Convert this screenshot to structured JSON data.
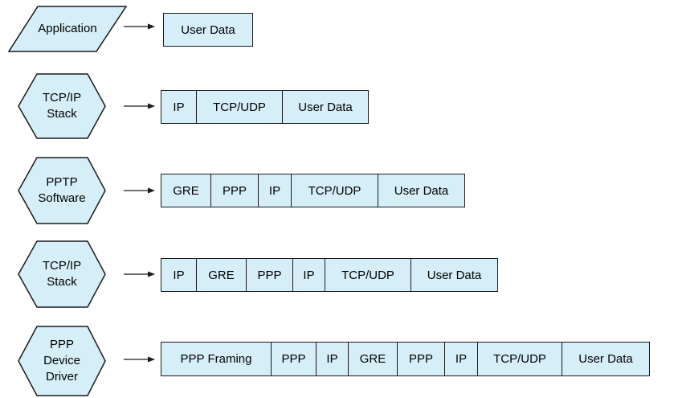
{
  "colors": {
    "shape_fill": "#D6EEF8",
    "shape_stroke": "#1A1A1A",
    "text_color": "#000000",
    "background": "#FFFFFF"
  },
  "rows": [
    {
      "source": {
        "shape": "parallelogram",
        "label": "Application"
      },
      "segments": [
        "User Data"
      ]
    },
    {
      "source": {
        "shape": "hexagon",
        "label": "TCP/IP\nStack"
      },
      "segments": [
        "IP",
        "TCP/UDP",
        "User Data"
      ]
    },
    {
      "source": {
        "shape": "hexagon",
        "label": "PPTP\nSoftware"
      },
      "segments": [
        "GRE",
        "PPP",
        "IP",
        "TCP/UDP",
        "User Data"
      ]
    },
    {
      "source": {
        "shape": "hexagon",
        "label": "TCP/IP\nStack"
      },
      "segments": [
        "IP",
        "GRE",
        "PPP",
        "IP",
        "TCP/UDP",
        "User Data"
      ]
    },
    {
      "source": {
        "shape": "hexagon",
        "label": "PPP\nDevice\nDriver"
      },
      "segments": [
        "PPP Framing",
        "PPP",
        "IP",
        "GRE",
        "PPP",
        "IP",
        "TCP/UDP",
        "User Data"
      ]
    }
  ]
}
